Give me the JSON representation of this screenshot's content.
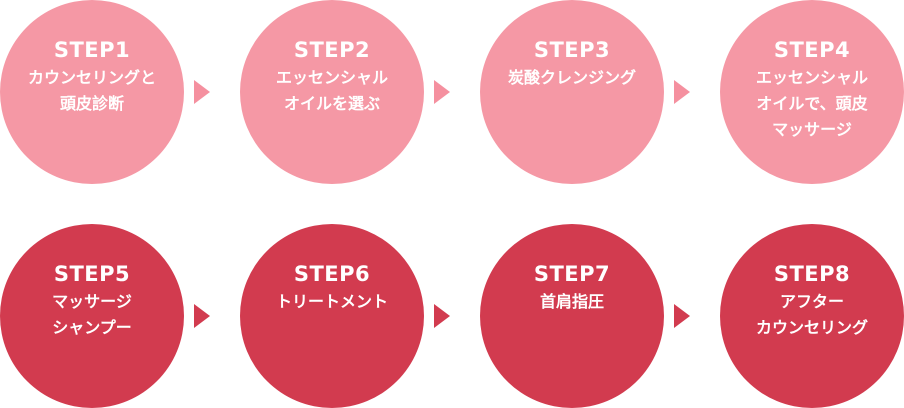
{
  "steps": [
    {
      "title": "STEP1",
      "lines": [
        "カウンセリングと",
        "頭皮診断"
      ]
    },
    {
      "title": "STEP2",
      "lines": [
        "エッセンシャル",
        "オイルを選ぶ"
      ]
    },
    {
      "title": "STEP3",
      "lines": [
        "炭酸クレンジング"
      ]
    },
    {
      "title": "STEP4",
      "lines": [
        "エッセンシャル",
        "オイルで、頭皮",
        "マッサージ"
      ]
    },
    {
      "title": "STEP5",
      "lines": [
        "マッサージ",
        "シャンプー"
      ]
    },
    {
      "title": "STEP6",
      "lines": [
        "トリートメント"
      ]
    },
    {
      "title": "STEP7",
      "lines": [
        "首肩指圧"
      ]
    },
    {
      "title": "STEP8",
      "lines": [
        "アフター",
        "カウンセリング"
      ]
    }
  ],
  "colors": {
    "row1_fill": "#f598a5",
    "row2_fill": "#d23b4f",
    "arrow_row1": "#f5909f",
    "arrow_row2": "#d23b4f",
    "text": "#ffffff"
  },
  "icons": {
    "connector": "triangle-right-arrow-icon"
  }
}
